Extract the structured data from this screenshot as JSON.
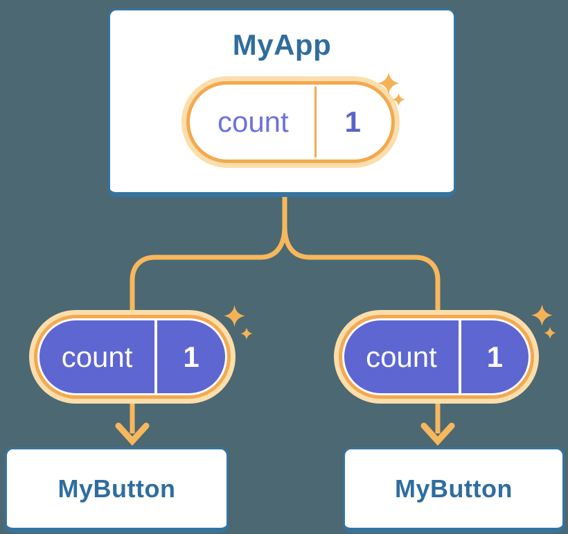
{
  "diagram": {
    "description": "React component tree passing state down as props",
    "root": {
      "title": "MyApp",
      "state": {
        "label": "count",
        "value": "1"
      }
    },
    "props": [
      {
        "label": "count",
        "value": "1"
      },
      {
        "label": "count",
        "value": "1"
      }
    ],
    "children": [
      {
        "title": "MyButton"
      },
      {
        "title": "MyButton"
      }
    ]
  },
  "icons": {
    "sparkle": "four-point-star",
    "arrow": "downward-chevron-arrow"
  },
  "colors": {
    "background": "#4C6872",
    "card_background": "#FFFFFF",
    "card_border_blue": "#36739F",
    "heading_text_blue": "#2F6D9E",
    "connector_orange": "#F7B75D",
    "pill_ring_orange": "#F3A94F",
    "pill_glow_orange": "#FBDEAC",
    "state_pill_purple": "#5E66D1",
    "label_text_purple": "#6C72DD",
    "value_text_purple": "#5B63CB"
  }
}
